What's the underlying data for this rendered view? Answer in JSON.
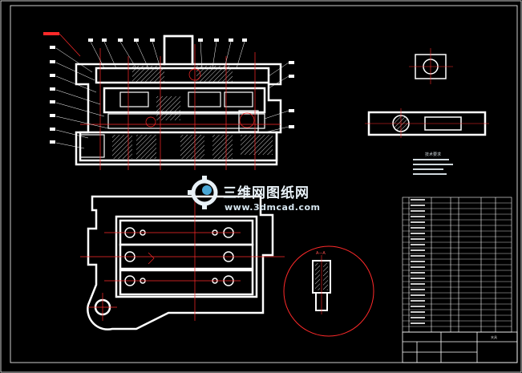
{
  "watermark": {
    "main_text": "三维网图纸网",
    "url_text": "www.3dmcad.com",
    "accent_color": "#49a7d6"
  },
  "drawing": {
    "background_color": "#000000",
    "line_color": "#ffffff",
    "center_line_color": "#ff2a2a",
    "section_marker": "A—A"
  },
  "notes": {
    "title": "技术要求"
  },
  "title_block": {
    "name_cell": "夹具"
  }
}
